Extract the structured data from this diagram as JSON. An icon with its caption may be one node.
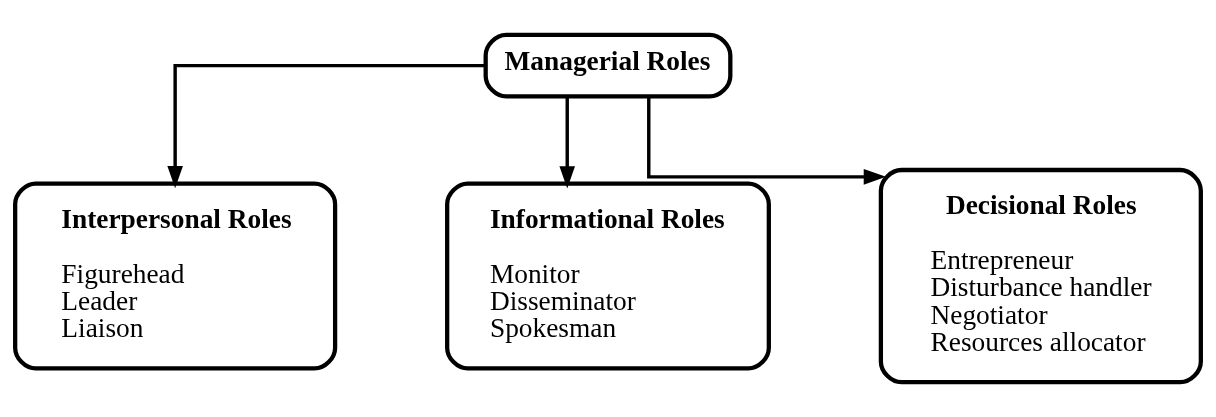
{
  "diagram": {
    "nodes": [
      {
        "text": [
          "Managerial Roles"
        ]
      },
      {
        "text": [
          "Interpersonal Roles",
          "Figurehead",
          "Leader",
          "Liaison"
        ]
      },
      {
        "text": [
          "Informational Roles",
          "Monitor",
          "Disseminator",
          "Spokesman"
        ]
      },
      {
        "text": [
          "Decisional Roles",
          "Entrepreneur",
          "Disturbance handler",
          "Negotiator",
          "Resources allocator"
        ]
      }
    ],
    "edges": [
      {
        "from": 0,
        "to": 1,
        "arrow": "to"
      },
      {
        "from": 0,
        "to": 2,
        "arrow": "to"
      },
      {
        "from": 0,
        "to": 3,
        "arrow": "to"
      }
    ]
  }
}
